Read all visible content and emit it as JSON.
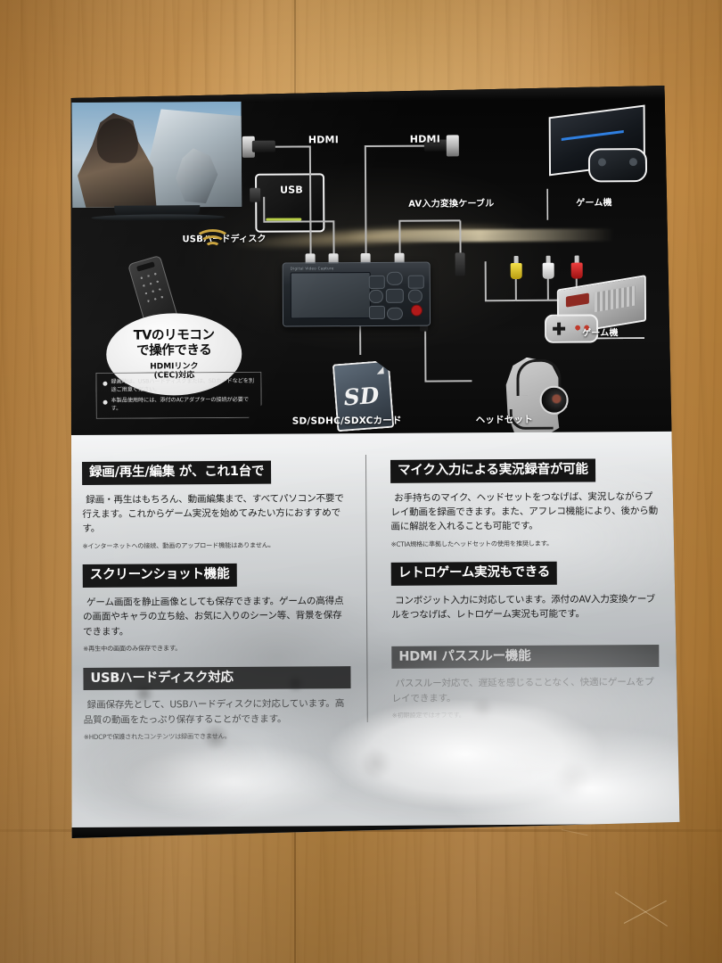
{
  "scene": {
    "description": "Photograph of the back of a Japanese video-capture recorder retail box lying on a wooden table",
    "surface": "wood-table"
  },
  "box": {
    "diagram": {
      "labels": {
        "hdmi_left": "HDMI",
        "hdmi_right": "HDMI",
        "usb": "USB",
        "usb_hard_disk": "USBハードディスク",
        "av_cable": "AV入力変換ケーブル",
        "game_console_right": "ゲーム機",
        "game_console_retro": "ゲーム機",
        "sd_card": "SD/SDHC/SDXCカード",
        "headset": "ヘッドセット"
      },
      "callout": {
        "line1": "TVのリモコン",
        "line2": "で操作できる",
        "line3": "HDMIリンク",
        "line4": "(CEC)対応"
      },
      "notes": [
        "録画時は、USBハードディスクまたは、SDカードなどを別途ご用意ください。",
        "本製品使用時には、添付のACアダプターの接続が必要です。"
      ],
      "device_brand": "Digital Video Capture"
    },
    "features": {
      "left": [
        {
          "title": "録画/再生/編集 が、これ1台で",
          "body": "録画・再生はもちろん、動画編集まで、すべてパソコン不要で行えます。これからゲーム実況を始めてみたい方におすすめです。",
          "note": "※インターネットへの接続、動画のアップロード機能はありません。",
          "state": "clear"
        },
        {
          "title": "スクリーンショット機能",
          "body": "ゲーム画面を静止画像としても保存できます。ゲームの高得点の画面やキャラの立ち絵、お気に入りのシーン等、背景を保存できます。",
          "note": "※再生中の画面のみ保存できます。",
          "state": "clear"
        },
        {
          "title": "USBハードディスク対応",
          "body": "録画保存先として、USBハードディスクに対応しています。高品質の動画をたっぷり保存することができます。",
          "note": "※HDCPで保護されたコンテンツは録画できません。",
          "state": "faded"
        }
      ],
      "right": [
        {
          "title": "マイク入力による実況録音が可能",
          "body": "お手持ちのマイク、ヘッドセットをつなげば、実況しながらプレイ動画を録画できます。また、アフレコ機能により、後から動画に解説を入れることも可能です。",
          "note": "※CTIA規格に準拠したヘッドセットの使用を推奨します。",
          "state": "clear"
        },
        {
          "title": "レトロゲーム実況もできる",
          "body": "コンポジット入力に対応しています。添付のAV入力変換ケーブルをつなげば、レトロゲーム実況も可能です。",
          "note": "",
          "state": "clear"
        },
        {
          "title": "HDMI パススルー機能",
          "body": "パススルー対応で、遅延を感じることなく、快適にゲームをプレイできます。",
          "note": "※初期設定ではオフです。",
          "state": "washed"
        }
      ]
    }
  },
  "colors": {
    "box_dark": "#0a0a0a",
    "panel_silver": "#c9ccce",
    "header_black": "#151515",
    "wood": "#c18c46",
    "led_green": "#b9d046",
    "rca_yellow": "#f5e14b",
    "rca_white": "#fafafa",
    "rca_red": "#ef3f3f",
    "ps_stripe_blue": "#2f7fe0",
    "cec_wave_gold": "#caa33c"
  }
}
